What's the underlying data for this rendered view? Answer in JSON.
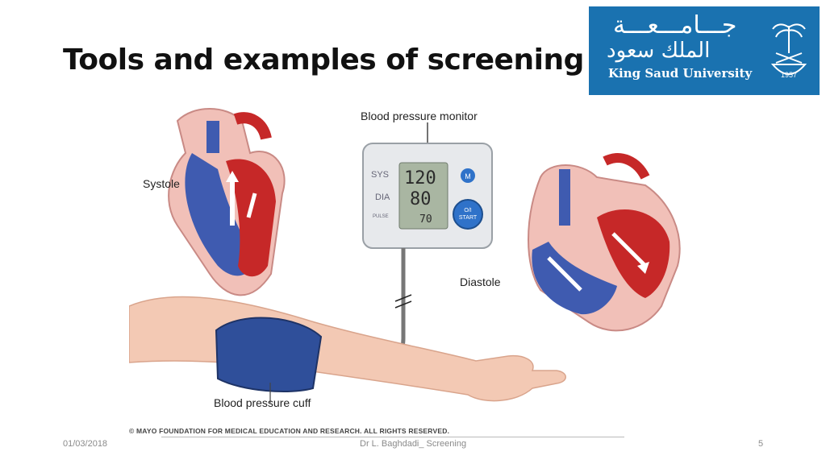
{
  "slide": {
    "title": "Tools and examples of screening",
    "logo": {
      "arabic_line1": "جـــامـــعـــة",
      "arabic_line2": "الملك سعود",
      "english": "King Saud University",
      "year": "1957"
    },
    "illustration": {
      "labels": {
        "monitor": "Blood pressure monitor",
        "systole": "Systole",
        "diastole": "Diastole",
        "cuff": "Blood pressure cuff"
      },
      "monitor_display": {
        "sys_label": "SYS",
        "dia_label": "DIA",
        "pulse_label": "PULSE",
        "sys_value": "120",
        "dia_value": "80",
        "pulse_value": "70",
        "m_button": "M",
        "start_button_line1": "O/I",
        "start_button_line2": "START"
      },
      "copyright": "© MAYO FOUNDATION FOR MEDICAL EDUCATION AND RESEARCH. ALL RIGHTS RESERVED."
    },
    "footer": {
      "date": "01/03/2018",
      "center": "Dr L. Baghdadi_ Screening",
      "page_number": "5"
    },
    "colors": {
      "logo_bg": "#1a72b0",
      "artery_red": "#c62828",
      "vein_blue": "#3f5bb0",
      "skin": "#f3c9b4",
      "cuff_blue": "#2f4f9a",
      "start_button": "#2f72c9"
    }
  }
}
